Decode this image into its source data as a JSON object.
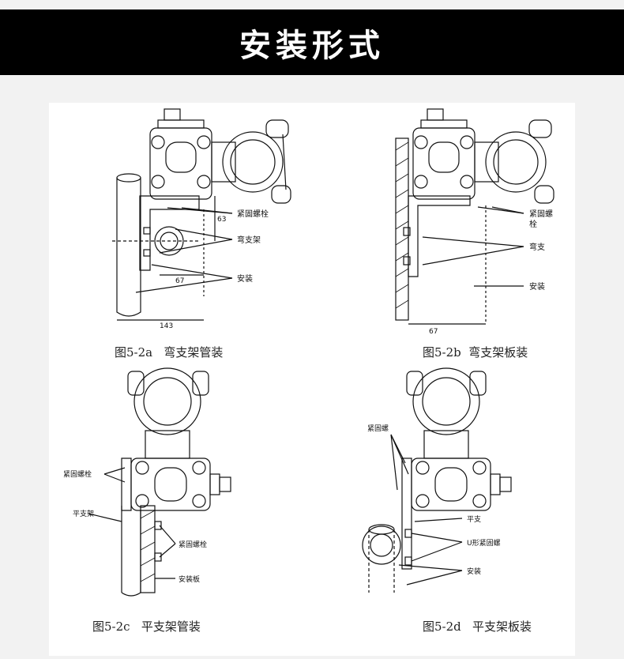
{
  "header": {
    "title": "安装形式"
  },
  "figures": [
    {
      "id": "a",
      "caption": "图5-2a   弯支架管装",
      "labels": {
        "bolt": "紧固螺栓",
        "bracket": "弯支架",
        "mount": "安装",
        "dim_small": "67",
        "dim_large": "143",
        "dim_vert": "63"
      }
    },
    {
      "id": "b",
      "caption": "图5-2b  弯支架板装",
      "labels": {
        "bolt_line1": "紧固螺",
        "bolt_line2": "栓",
        "bracket": "弯支",
        "mount": "安装",
        "dim_small": "67"
      }
    },
    {
      "id": "c",
      "caption": "图5-2c   平支架管装",
      "labels": {
        "bolt_top": "紧固螺栓",
        "bracket": "平支架",
        "bolt_bottom": "紧固螺栓",
        "plate": "安装板"
      }
    },
    {
      "id": "d",
      "caption": "图5-2d   平支架板装",
      "labels": {
        "bolt": "紧固螺",
        "bracket": "平支",
        "ubolt": "U形紧固螺",
        "mount": "安装"
      }
    }
  ]
}
